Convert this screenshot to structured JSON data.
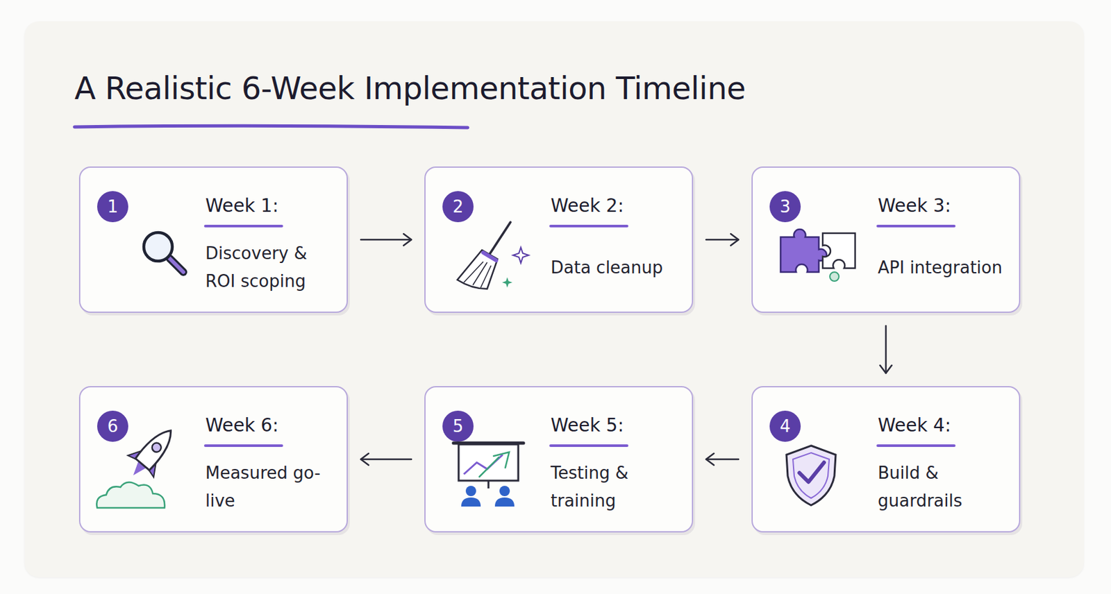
{
  "diagram": {
    "title": "A Realistic 6-Week Implementation Timeline",
    "nodes": [
      {
        "text": [
          "1",
          "Week 1:",
          "Discovery & ROI scoping"
        ]
      },
      {
        "text": [
          "2",
          "Week 2:",
          "Data cleanup"
        ]
      },
      {
        "text": [
          "3",
          "Week 3:",
          "API integration"
        ]
      },
      {
        "text": [
          "4",
          "Week 4:",
          "Build & guardrails"
        ]
      },
      {
        "text": [
          "5",
          "Week 5:",
          "Testing & training"
        ]
      },
      {
        "text": [
          "6",
          "Week 6:",
          "Measured go-live"
        ]
      }
    ],
    "edges": [
      {
        "from": 0,
        "to": 1,
        "arrow": "to"
      },
      {
        "from": 1,
        "to": 2,
        "arrow": "to"
      },
      {
        "from": 2,
        "to": 3,
        "arrow": "to"
      },
      {
        "from": 3,
        "to": 4,
        "arrow": "to"
      },
      {
        "from": 4,
        "to": 5,
        "arrow": "to"
      }
    ]
  }
}
